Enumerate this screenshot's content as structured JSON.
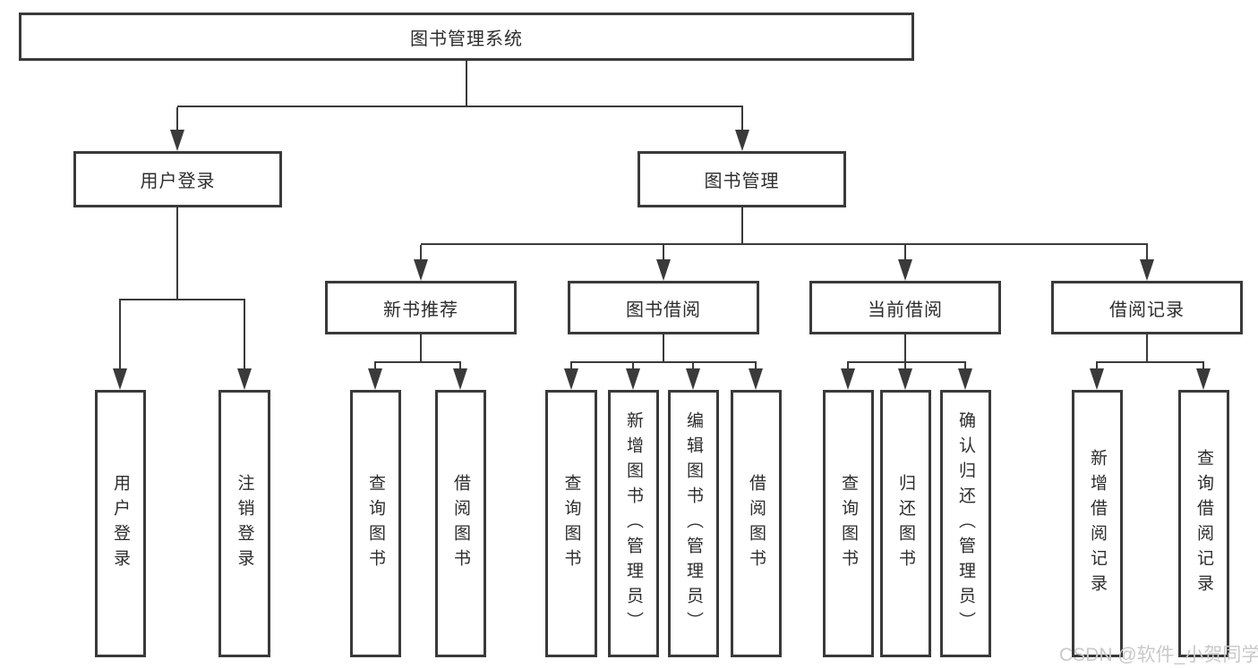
{
  "diagram_title": "图书管理系统",
  "nodes": {
    "root": {
      "label": "图书管理系统"
    },
    "user_login": {
      "label": "用户登录"
    },
    "book_mgmt": {
      "label": "图书管理"
    },
    "new_book_rec": {
      "label": "新书推荐"
    },
    "book_borrow": {
      "label": "图书借阅"
    },
    "current_borrow": {
      "label": "当前借阅"
    },
    "borrow_records": {
      "label": "借阅记录"
    },
    "leaf_user_login": {
      "label": "用户登录"
    },
    "leaf_logout": {
      "label": "注销登录"
    },
    "leaf_query_book_1": {
      "label": "查询图书"
    },
    "leaf_borrow_book_1": {
      "label": "借阅图书"
    },
    "leaf_query_book_2": {
      "label": "查询图书"
    },
    "leaf_add_book": {
      "label": "新增图书（管理员）"
    },
    "leaf_edit_book": {
      "label": "编辑图书（管理员）"
    },
    "leaf_borrow_book_2": {
      "label": "借阅图书"
    },
    "leaf_query_book_3": {
      "label": "查询图书"
    },
    "leaf_return_book": {
      "label": "归还图书"
    },
    "leaf_confirm_return": {
      "label": "确认归还（管理员）"
    },
    "leaf_add_record": {
      "label": "新增借阅记录"
    },
    "leaf_query_record": {
      "label": "查询借阅记录"
    }
  },
  "hierarchy": {
    "root": "图书管理系统",
    "children": {
      "用户登录": [
        "用户登录",
        "注销登录"
      ],
      "图书管理": {
        "新书推荐": [
          "查询图书",
          "借阅图书"
        ],
        "图书借阅": [
          "查询图书",
          "新增图书（管理员）",
          "编辑图书（管理员）",
          "借阅图书"
        ],
        "当前借阅": [
          "查询图书",
          "归还图书",
          "确认归还（管理员）"
        ],
        "借阅记录": [
          "新增借阅记录",
          "查询借阅记录"
        ]
      }
    }
  },
  "watermark": {
    "text": "CSDN @软件_小贺同学"
  },
  "colors": {
    "line": "#3a3a3a",
    "text": "#2d2d2d",
    "box_background": "#ffffff",
    "background": "#ffffff",
    "watermark": "#c9c9c9"
  }
}
